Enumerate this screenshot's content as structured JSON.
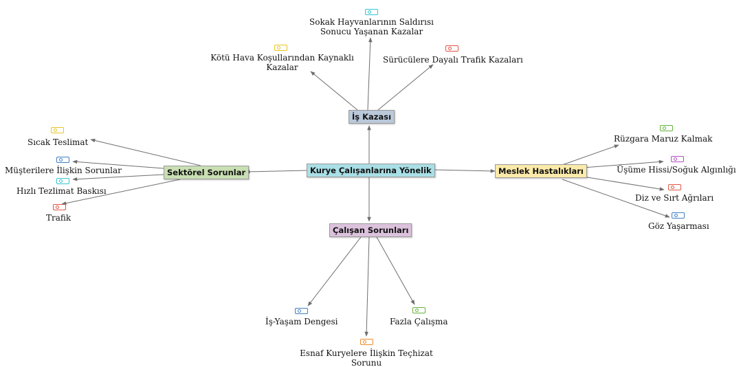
{
  "center": {
    "label": "Kurye Çalışanlarına Yönelik"
  },
  "categories": {
    "is_kazasi": {
      "label": "İş Kazası"
    },
    "sektorel": {
      "label": "Sektörel Sorunlar"
    },
    "meslek": {
      "label": "Meslek Hastalıkları"
    },
    "calisan": {
      "label": "Çalışan Sorunları"
    }
  },
  "codes": {
    "sokak": {
      "label": "Sokak Hayvanlarının Saldırısı Sonucu Yaşanan Kazalar",
      "color": "#2fc6d0"
    },
    "kotu_hava": {
      "label": "Kötü Hava Koşullarından Kaynaklı Kazalar",
      "color": "#e8c320"
    },
    "surucu": {
      "label": "Sürücülere Dayalı Trafik Kazaları",
      "color": "#e05545"
    },
    "sicak": {
      "label": "Sıcak Teslimat",
      "color": "#e8c320"
    },
    "musteri": {
      "label": "Müşterilere İlişkin Sorunlar",
      "color": "#3f7fc4"
    },
    "hizli": {
      "label": "Hızlı Tezlimat Baskısı",
      "color": "#2fc6d0"
    },
    "trafik": {
      "label": "Trafik",
      "color": "#e05545"
    },
    "ruzgar": {
      "label": "Rüzgara Maruz Kalmak",
      "color": "#62b23c"
    },
    "usume": {
      "label": "Üşüme Hissi/Soğuk Algınlığı",
      "color": "#b04fc0"
    },
    "diz": {
      "label": "Diz ve Sırt Ağrıları",
      "color": "#e05545"
    },
    "goz": {
      "label": "Göz Yaşarması",
      "color": "#3f7fc4"
    },
    "is_yasam": {
      "label": "İş-Yaşam Dengesi",
      "color": "#3f7fc4"
    },
    "fazla": {
      "label": "Fazla Çalışma",
      "color": "#62b23c"
    },
    "esnaf": {
      "label": "Esnaf Kuryelere İlişkin Teçhizat Sorunu",
      "color": "#f08a28"
    }
  },
  "colors": {
    "edge": "#6d6d6d"
  }
}
